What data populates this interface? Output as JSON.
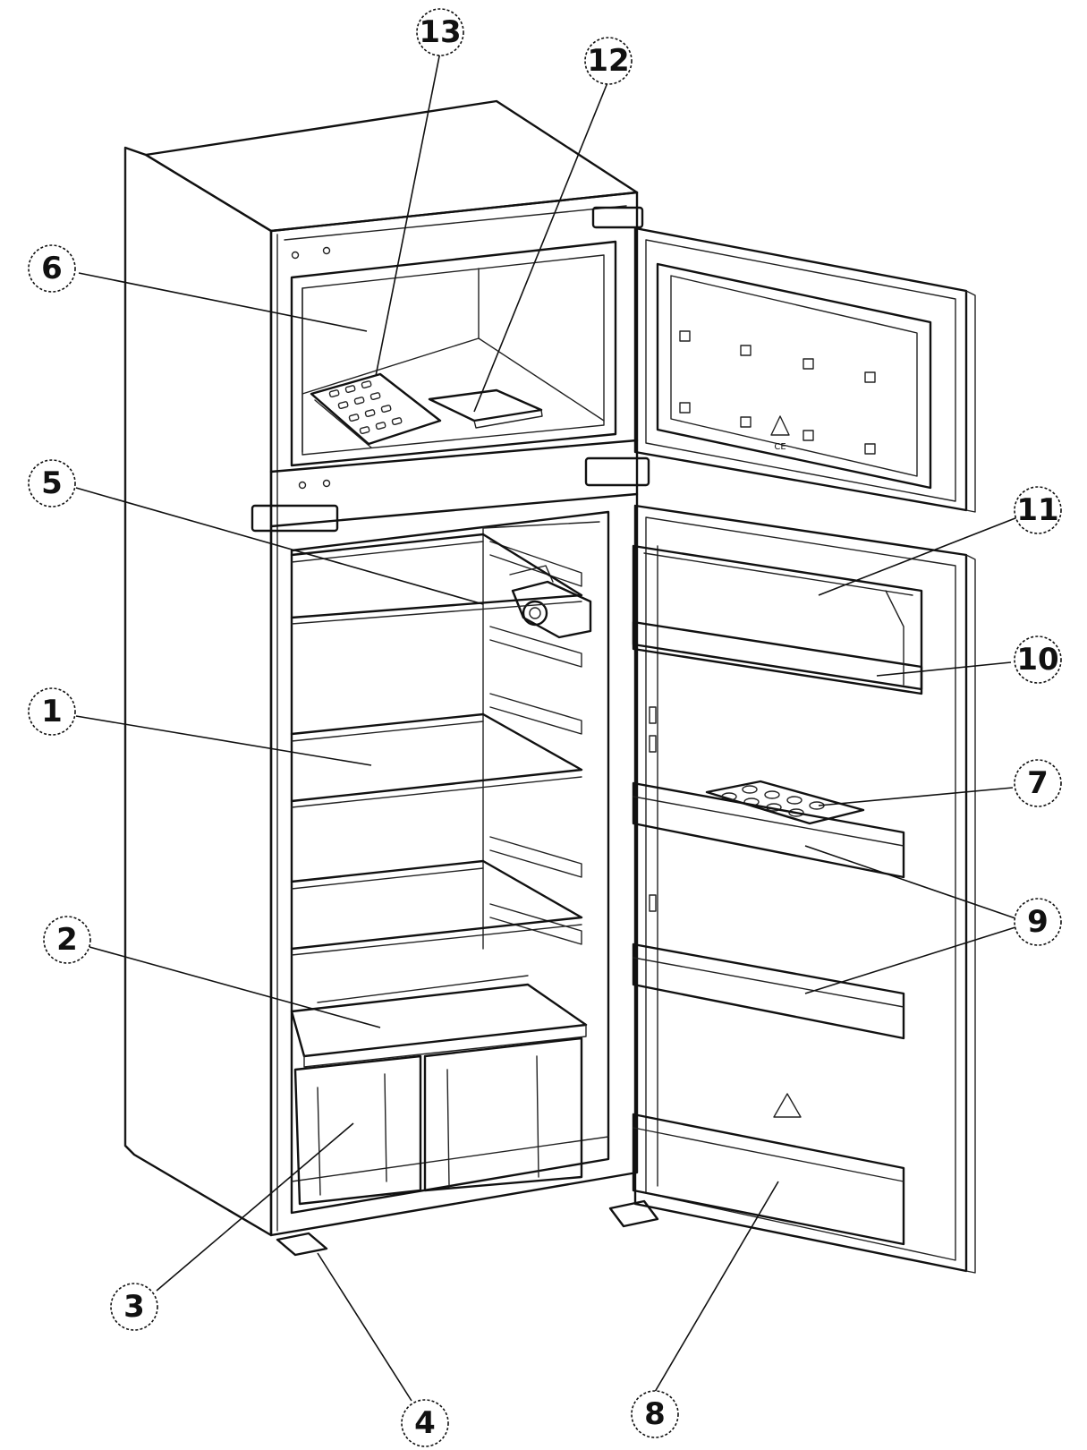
{
  "diagram": {
    "callouts": [
      {
        "id": "1",
        "label": "1"
      },
      {
        "id": "2",
        "label": "2"
      },
      {
        "id": "3",
        "label": "3"
      },
      {
        "id": "4",
        "label": "4"
      },
      {
        "id": "5",
        "label": "5"
      },
      {
        "id": "6",
        "label": "6"
      },
      {
        "id": "7",
        "label": "7"
      },
      {
        "id": "8",
        "label": "8"
      },
      {
        "id": "9",
        "label": "9"
      },
      {
        "id": "10",
        "label": "10"
      },
      {
        "id": "11",
        "label": "11"
      },
      {
        "id": "12",
        "label": "12"
      },
      {
        "id": "13",
        "label": "13"
      }
    ],
    "door_marking": "CE"
  }
}
